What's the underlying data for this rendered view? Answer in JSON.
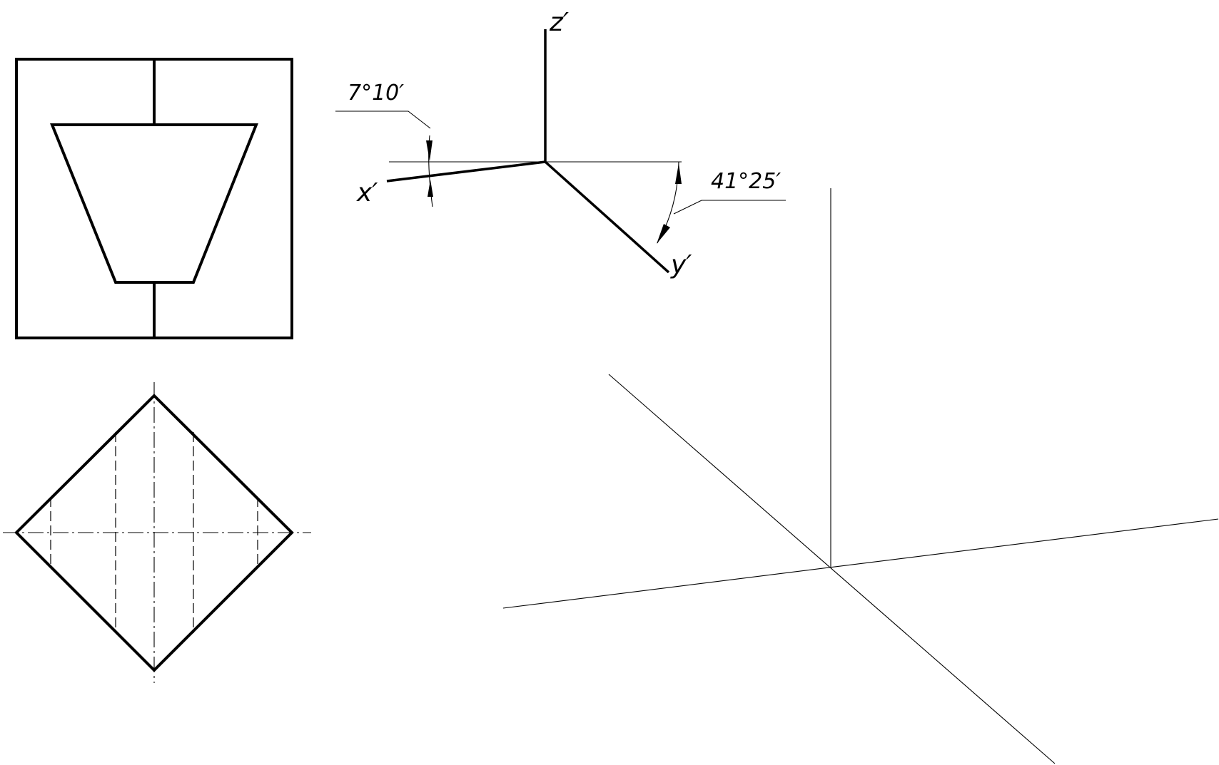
{
  "axes": {
    "z_label": "z′",
    "x_label": "x′",
    "y_label": "y′"
  },
  "angles": {
    "x_angle": "7°10′",
    "y_angle": "41°25′"
  }
}
